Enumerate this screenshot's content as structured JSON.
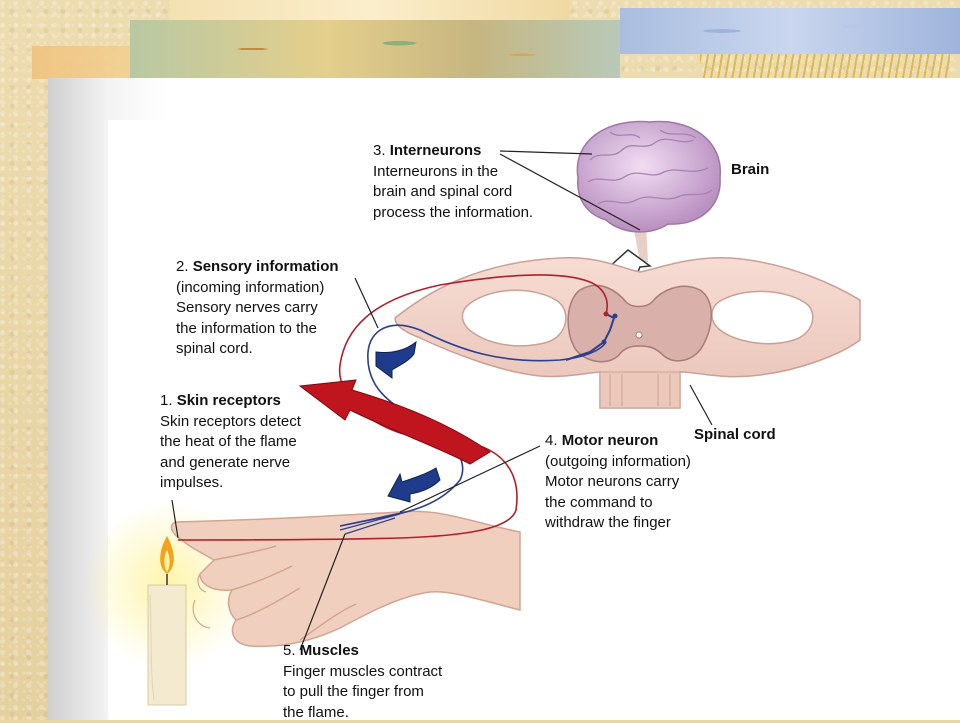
{
  "labels": {
    "interneurons": {
      "number": "3.",
      "title": "Interneurons",
      "lines": [
        "Interneurons in the",
        "brain and spinal cord",
        "process the information."
      ]
    },
    "sensory": {
      "number": "2.",
      "title": "Sensory information",
      "lines": [
        "(incoming information)",
        "Sensory nerves carry",
        "the information to the",
        "spinal cord."
      ]
    },
    "skin": {
      "number": "1.",
      "title": "Skin receptors",
      "lines": [
        "Skin receptors detect",
        "the heat of the flame",
        "and generate nerve",
        "impulses."
      ]
    },
    "motor": {
      "number": "4.",
      "title": "Motor neuron",
      "lines": [
        "(outgoing information)",
        "Motor neurons carry",
        "the command to",
        "withdraw the finger"
      ]
    },
    "muscles": {
      "number": "5.",
      "title": "Muscles",
      "lines": [
        "Finger muscles contract",
        "to pull the finger from",
        "the flame."
      ]
    }
  },
  "tags": {
    "brain": "Brain",
    "spinal_cord": "Spinal cord"
  },
  "colors": {
    "sensory_nerve": "#b0202a",
    "motor_nerve": "#2a3f8f",
    "arrow_red": "#c0141e",
    "arrow_blue": "#1f3b8c",
    "spinal_tissue": "#f2d2c8",
    "grey_matter": "#d5a9a4",
    "brain": "#d8b4df",
    "skin": "#f0cdbd",
    "candle": "#f3ead0",
    "flame": "#f3a21c"
  }
}
